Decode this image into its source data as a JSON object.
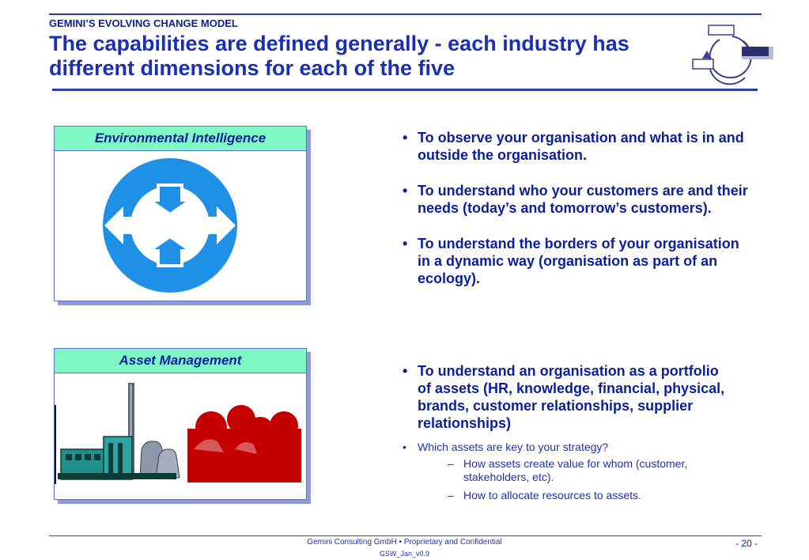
{
  "header": {
    "kicker": "GEMINI’S EVOLVING CHANGE MODEL",
    "title": "The capabilities are defined generally - each industry has different dimensions for each of the five"
  },
  "panels": [
    {
      "label": "Environmental Intelligence",
      "icon": "four-arrows-circle-icon"
    },
    {
      "label": "Asset Management",
      "icon": "industry-and-people-illustration"
    }
  ],
  "section1": {
    "bullets": [
      "To observe your organisation and what is in and outside the organisation.",
      "To understand who your customers are and their needs (today’s and tomorrow’s customers).",
      "To understand the borders of your organisation in a dynamic way (organisation as part of an ecology)."
    ]
  },
  "section2": {
    "bullet": "To understand an organisation as a portfolio of assets (HR, knowledge, financial, physical, brands, customer relationships, supplier relationships)",
    "small_bullet": "Which assets are key to your strategy?",
    "sub_bullets": [
      "How assets create value for whom (customer, stakeholders, etc).",
      "How to allocate resources to assets."
    ]
  },
  "footer": {
    "company": "Gemini Consulting GmbH  •  Proprietary and Confidential",
    "version": "GSW_Jan_v0.9",
    "page": "- 20 -"
  },
  "colors": {
    "primary": "#0b1f9c",
    "panel_header": "#7ef7c4",
    "circle_blue": "#1e90e6",
    "people_red": "#c40000",
    "factory_teal": "#1f8f8a"
  }
}
